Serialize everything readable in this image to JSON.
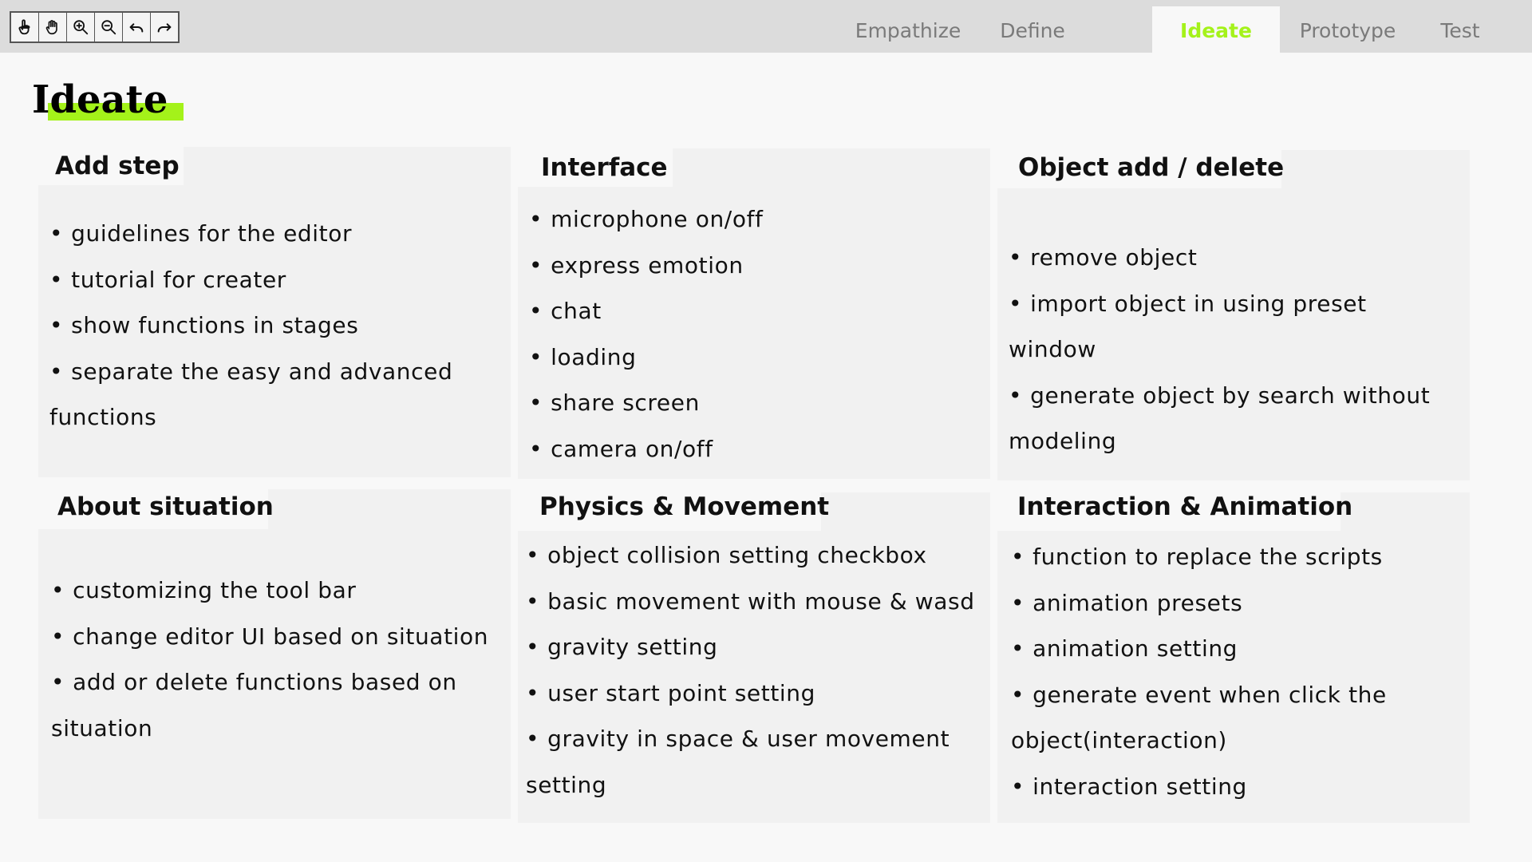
{
  "toolbar": {
    "tools": [
      {
        "icon": "pointer-hand-icon"
      },
      {
        "icon": "pan-hand-icon"
      },
      {
        "icon": "zoom-in-icon"
      },
      {
        "icon": "zoom-out-icon"
      },
      {
        "icon": "undo-icon"
      },
      {
        "icon": "redo-icon"
      }
    ]
  },
  "tabs": [
    {
      "label": "Empathize",
      "active": false
    },
    {
      "label": "Define",
      "active": false
    },
    {
      "label": "Ideate",
      "active": true
    },
    {
      "label": "Prototype",
      "active": false
    },
    {
      "label": "Test",
      "active": false
    }
  ],
  "colors": {
    "accent": "#a4f21a",
    "topbar": "#dcdcdc",
    "card": "#f1f1f1",
    "background": "#f8f8f8"
  },
  "page": {
    "title": "Ideate"
  },
  "cards": [
    {
      "title": "Add step",
      "items": [
        "guidelines for the editor",
        "tutorial for creater",
        "show functions in stages",
        "separate the easy and advanced functions"
      ]
    },
    {
      "title": "Interface",
      "items": [
        "microphone on/off",
        "express emotion",
        "chat",
        "loading",
        "share screen",
        "camera on/off"
      ]
    },
    {
      "title": "Object add / delete",
      "items": [
        "remove object",
        "import object in using preset window",
        "generate object by search without modeling"
      ]
    },
    {
      "title": "About situation",
      "items": [
        "customizing the tool bar",
        "change editor UI based on situation",
        "add or delete functions based on situation"
      ]
    },
    {
      "title": "Physics & Movement",
      "items": [
        "object collision setting checkbox",
        "basic movement with mouse & wasd",
        "gravity setting",
        "user start point setting",
        "gravity in space & user movement setting"
      ]
    },
    {
      "title": "Interaction & Animation",
      "items": [
        "function to replace the scripts",
        "animation presets",
        "animation setting",
        "generate event when click the object(interaction)",
        "interaction setting"
      ]
    }
  ]
}
